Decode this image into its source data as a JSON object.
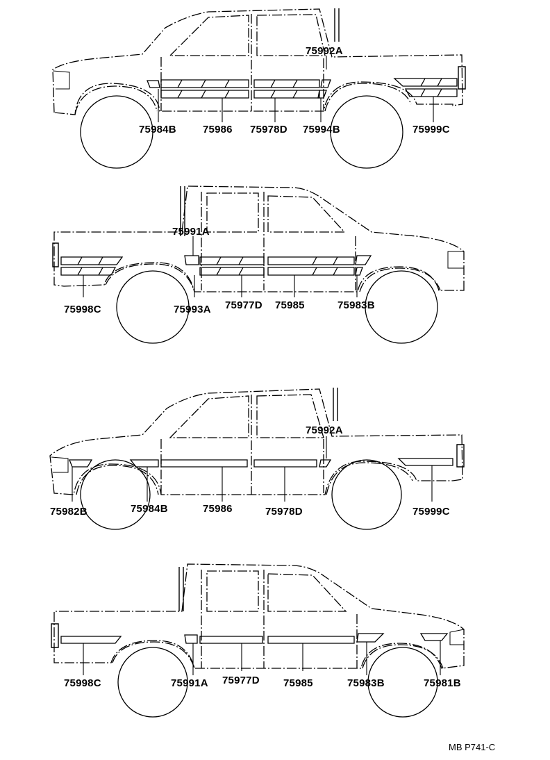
{
  "diagrams": [
    {
      "id": "d1",
      "labels": [
        "75992A",
        "75984B",
        "75986",
        "75978D",
        "75994B",
        "75999C"
      ]
    },
    {
      "id": "d2",
      "labels": [
        "75991A",
        "75998C",
        "75993A",
        "75977D",
        "75985",
        "75983B"
      ]
    },
    {
      "id": "d3",
      "labels": [
        "75992A",
        "75982B",
        "75984B",
        "75986",
        "75978D",
        "75999C"
      ]
    },
    {
      "id": "d4",
      "labels": [
        "75998C",
        "75991A",
        "75977D",
        "75985",
        "75983B",
        "75981B"
      ]
    }
  ],
  "figure_code": "MB P741-C"
}
